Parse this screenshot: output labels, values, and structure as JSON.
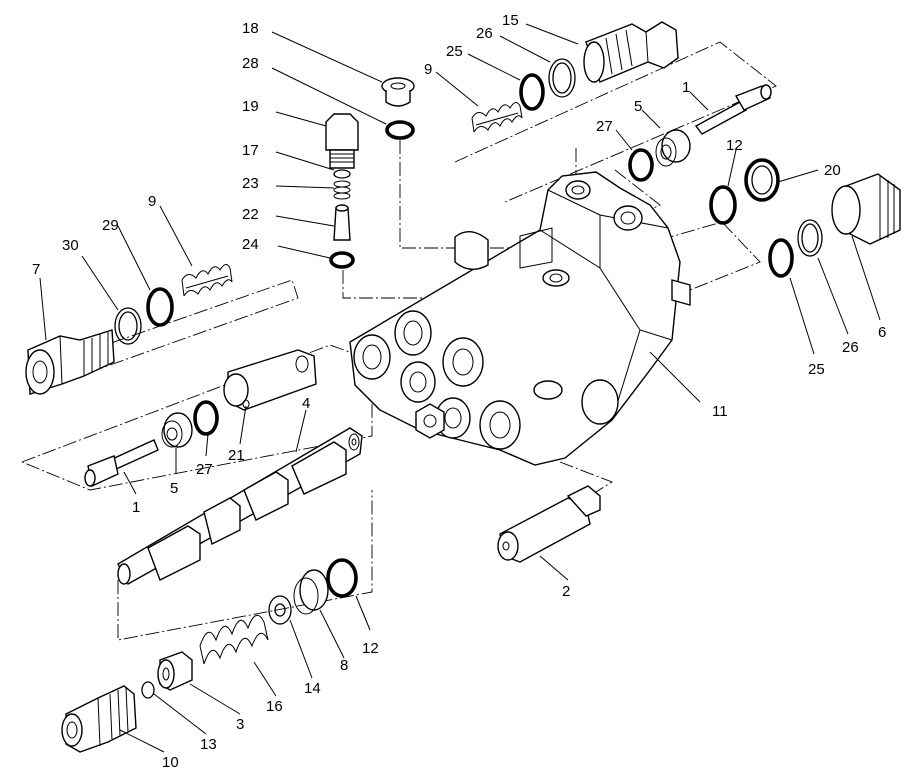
{
  "diagram": {
    "callouts": {
      "c1a": "1",
      "c1b": "1",
      "c2": "2",
      "c3": "3",
      "c4": "4",
      "c5a": "5",
      "c5b": "5",
      "c6": "6",
      "c7": "7",
      "c8": "8",
      "c9a": "9",
      "c9b": "9",
      "c10": "10",
      "c11": "11",
      "c12a": "12",
      "c12b": "12",
      "c13": "13",
      "c14": "14",
      "c15": "15",
      "c16": "16",
      "c17": "17",
      "c18": "18",
      "c19": "19",
      "c20": "20",
      "c21": "21",
      "c22": "22",
      "c23": "23",
      "c24": "24",
      "c25a": "25",
      "c25b": "25",
      "c26a": "26",
      "c26b": "26",
      "c27a": "27",
      "c27b": "27",
      "c28": "28",
      "c29": "29",
      "c30": "30"
    }
  }
}
